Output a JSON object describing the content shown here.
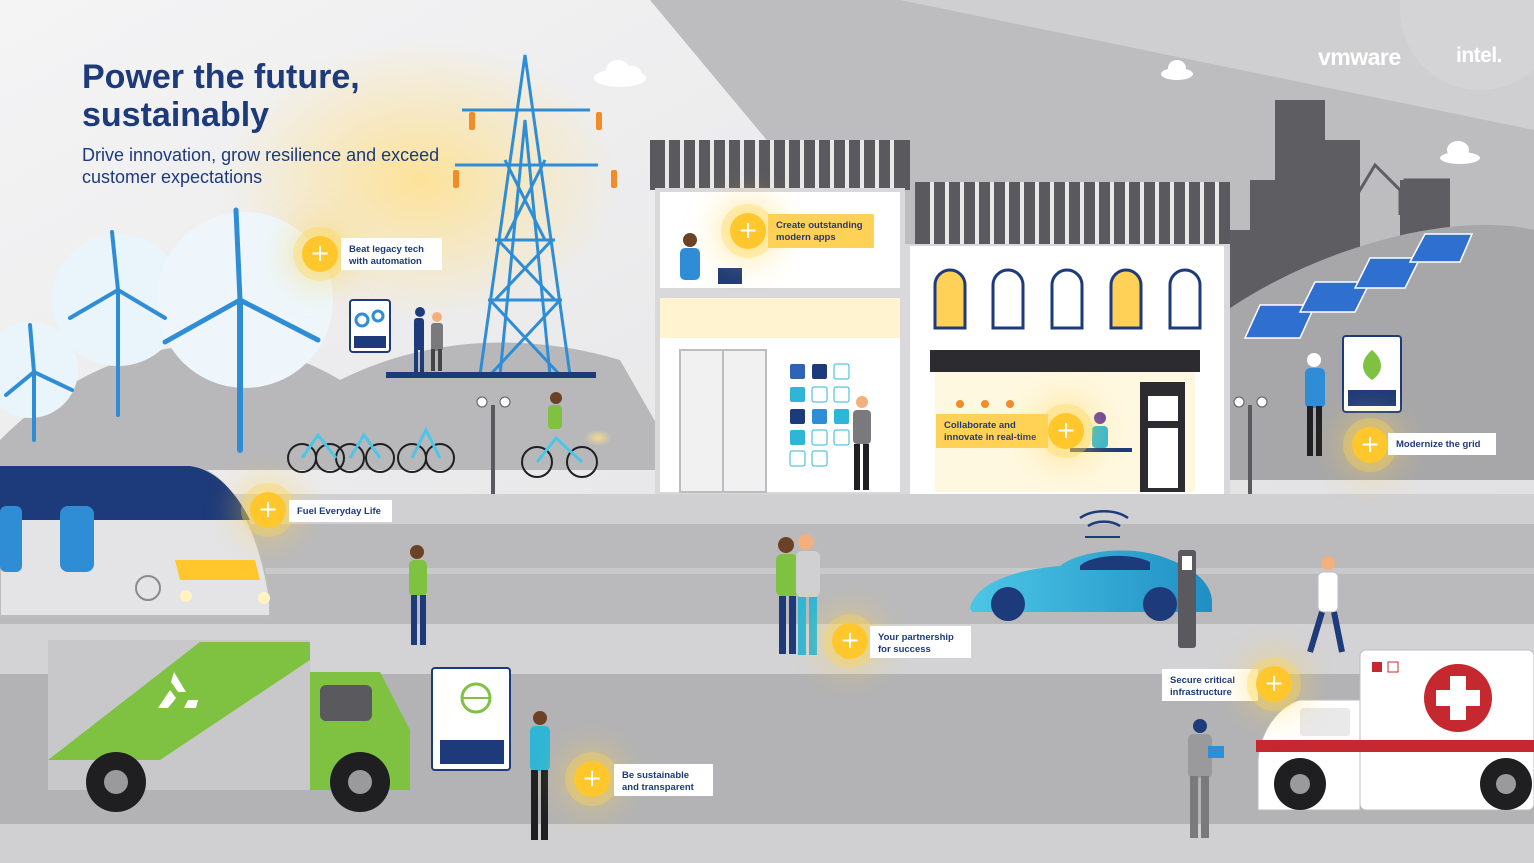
{
  "header": {
    "title": "Power the future, sustainably",
    "subtitle": "Drive innovation, grow resilience and exceed customer expectations"
  },
  "brands": {
    "vmware": "vmware",
    "intel": "intel."
  },
  "colors": {
    "title_blue": "#1d3a7a",
    "accent_yellow": "#ffc72c",
    "callout_yellow": "#ffd257",
    "accent_cyan": "#2fb6d6",
    "accent_green": "#7fc242",
    "ambulance_red": "#c5282f"
  },
  "hotspot_icon": "plus-icon",
  "hotspot_glyph": "+",
  "callouts": {
    "beat_legacy": "Beat legacy tech with automation",
    "create_apps": "Create outstanding modern apps",
    "collaborate": "Collaborate and innovate in real-time",
    "modernize": "Modernize the grid",
    "fuel": "Fuel Everyday Life",
    "partnership": "Your partnership for success",
    "secure": "Secure critical infrastructure",
    "sustainable": "Be sustainable and transparent"
  }
}
